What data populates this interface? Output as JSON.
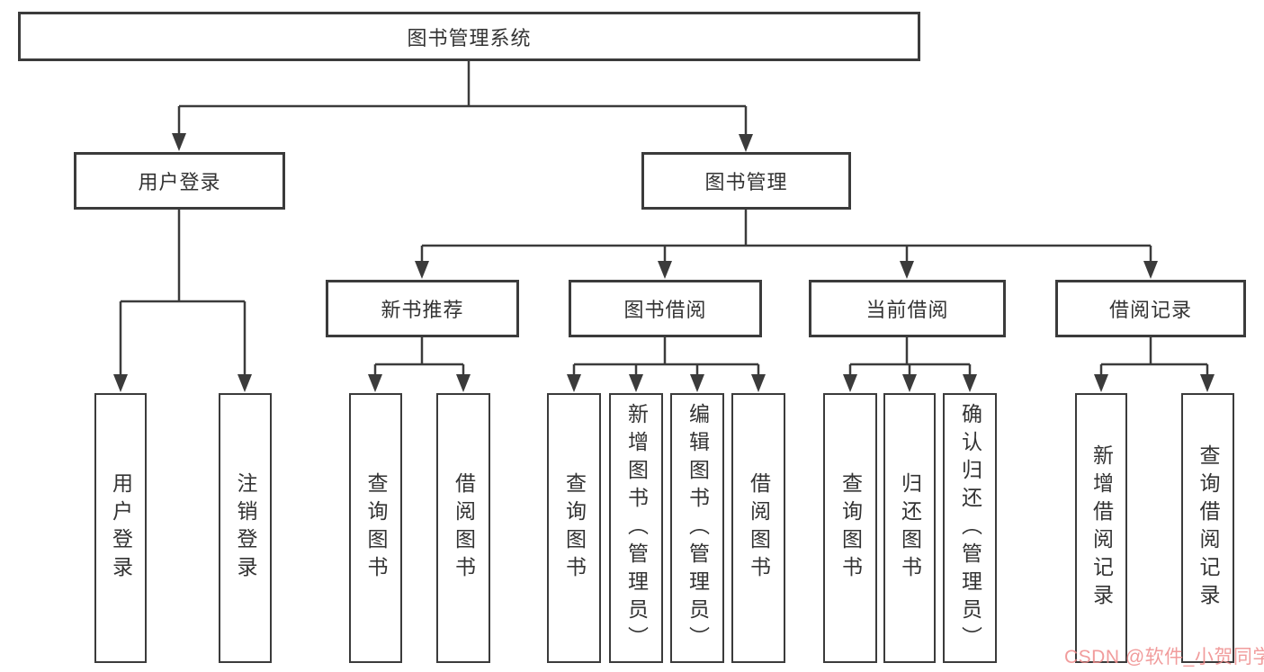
{
  "diagram": {
    "root": {
      "label": "图书管理系统"
    },
    "level1": {
      "user_login": {
        "label": "用户登录"
      },
      "book_mgmt": {
        "label": "图书管理"
      }
    },
    "level2": {
      "new_book_rec": {
        "label": "新书推荐"
      },
      "book_borrow": {
        "label": "图书借阅"
      },
      "current_borrow": {
        "label": "当前借阅"
      },
      "borrow_record": {
        "label": "借阅记录"
      }
    },
    "leaves": {
      "login_user_login": {
        "label": "用户登录"
      },
      "login_logout": {
        "label": "注销登录"
      },
      "rec_query_books": {
        "label": "查询图书"
      },
      "rec_borrow_books": {
        "label": "借阅图书"
      },
      "borrow_query_books": {
        "label": "查询图书"
      },
      "borrow_add_books": {
        "label": "新增图书（管理员）"
      },
      "borrow_edit_books": {
        "label": "编辑图书（管理员）"
      },
      "borrow_borrow_books": {
        "label": "借阅图书"
      },
      "cur_query_books": {
        "label": "查询图书"
      },
      "cur_return_books": {
        "label": "归还图书"
      },
      "cur_confirm_return": {
        "label": "确认归还（管理员）"
      },
      "record_add_record": {
        "label": "新增借阅记录"
      },
      "record_query_record": {
        "label": "查询借阅记录"
      }
    },
    "colors": {
      "line": "#3b3b3b",
      "text": "#333333",
      "watermark": "#ef8b8b",
      "background": "#ffffff"
    }
  },
  "watermark": {
    "text": "CSDN @软件_小贺同学"
  }
}
